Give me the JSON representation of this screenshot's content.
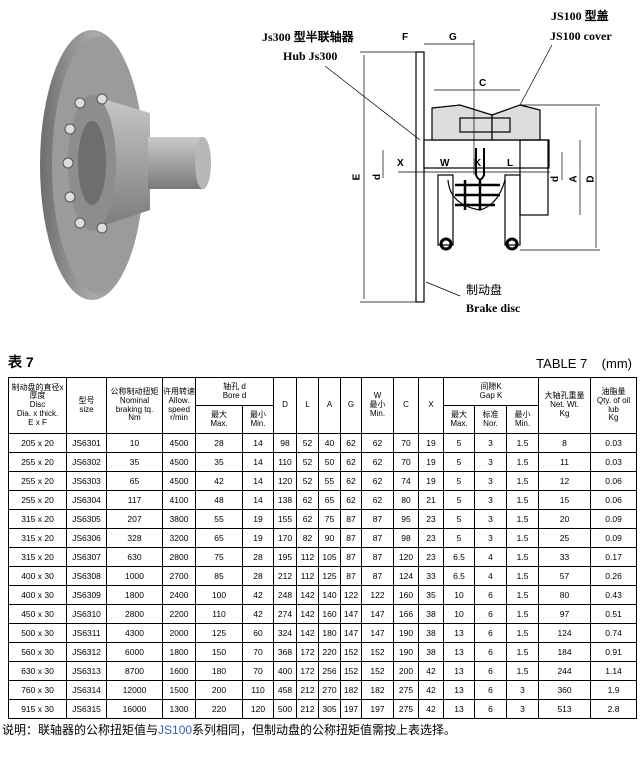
{
  "diagram": {
    "hub_cn": "Js300 型半联轴器",
    "hub_en": "Hub Js300",
    "cover_cn": "JS100 型盖",
    "cover_en": "JS100 cover",
    "disc_cn": "制动盘",
    "disc_en": "Brake disc",
    "dims": {
      "F": "F",
      "G": "G",
      "C": "C",
      "X": "X",
      "W": "W",
      "K": "K",
      "L": "L",
      "E": "E",
      "d1": "d",
      "d2": "d",
      "A": "A",
      "D": "D"
    }
  },
  "table": {
    "caption_cn": "表 7",
    "caption_en": "TABLE 7    (mm)",
    "headers": {
      "disc": "制动盘的直径x厚度\nDisc\nDia. x thick.\nE x F",
      "size": "型号\nsize",
      "torque": "公称制动扭矩\nNominal\nbraking tq.\nNm",
      "speed": "许用转速\nAllow.\nspeed\nr/min",
      "bore": "轴孔 d\nBore d",
      "bore_max": "最大\nMax.",
      "bore_min": "最小\nMin.",
      "D": "D",
      "L": "L",
      "A": "A",
      "G": "G",
      "W": "W\n最小\nMin.",
      "C": "C",
      "X": "X",
      "gap": "间隙K\nGap K",
      "gap_max": "最大\nMax.",
      "gap_nor": "标准\nNor.",
      "gap_min": "最小\nMin.",
      "weight": "大轴孔重量\nNet. Wt.\nKg",
      "oil": "油脂量\nQty. of oil\nlub\nKg"
    },
    "rows": [
      [
        "205 x 20",
        "JS6301",
        "10",
        "4500",
        "28",
        "14",
        "98",
        "52",
        "40",
        "62",
        "62",
        "70",
        "19",
        "5",
        "3",
        "1.5",
        "8",
        "0.03"
      ],
      [
        "255 x 20",
        "JS6302",
        "35",
        "4500",
        "35",
        "14",
        "110",
        "52",
        "50",
        "62",
        "62",
        "70",
        "19",
        "5",
        "3",
        "1.5",
        "11",
        "0.03"
      ],
      [
        "255 x 20",
        "JS6303",
        "65",
        "4500",
        "42",
        "14",
        "120",
        "52",
        "55",
        "62",
        "62",
        "74",
        "19",
        "5",
        "3",
        "1.5",
        "12",
        "0.06"
      ],
      [
        "255 x 20",
        "JS6304",
        "117",
        "4100",
        "48",
        "14",
        "138",
        "62",
        "65",
        "62",
        "62",
        "80",
        "21",
        "5",
        "3",
        "1.5",
        "15",
        "0.06"
      ],
      [
        "315 x 20",
        "JS6305",
        "207",
        "3800",
        "55",
        "19",
        "155",
        "62",
        "75",
        "87",
        "87",
        "95",
        "23",
        "5",
        "3",
        "1.5",
        "20",
        "0.09"
      ],
      [
        "315 x 20",
        "JS6306",
        "328",
        "3200",
        "65",
        "19",
        "170",
        "82",
        "90",
        "87",
        "87",
        "98",
        "23",
        "5",
        "3",
        "1.5",
        "25",
        "0.09"
      ],
      [
        "315 x 20",
        "JS6307",
        "630",
        "2800",
        "75",
        "28",
        "195",
        "112",
        "105",
        "87",
        "87",
        "120",
        "23",
        "6.5",
        "4",
        "1.5",
        "33",
        "0.17"
      ],
      [
        "400 x 30",
        "JS6308",
        "1000",
        "2700",
        "85",
        "28",
        "212",
        "112",
        "125",
        "87",
        "87",
        "124",
        "33",
        "6.5",
        "4",
        "1.5",
        "57",
        "0.26"
      ],
      [
        "400 x 30",
        "JS6309",
        "1800",
        "2400",
        "100",
        "42",
        "248",
        "142",
        "140",
        "122",
        "122",
        "160",
        "35",
        "10",
        "6",
        "1.5",
        "80",
        "0.43"
      ],
      [
        "450 x 30",
        "JS6310",
        "2800",
        "2200",
        "110",
        "42",
        "274",
        "142",
        "160",
        "147",
        "147",
        "166",
        "38",
        "10",
        "6",
        "1.5",
        "97",
        "0.51"
      ],
      [
        "500 x 30",
        "JS6311",
        "4300",
        "2000",
        "125",
        "60",
        "324",
        "142",
        "180",
        "147",
        "147",
        "190",
        "38",
        "13",
        "6",
        "1.5",
        "124",
        "0.74"
      ],
      [
        "560 x 30",
        "JS6312",
        "6000",
        "1800",
        "150",
        "70",
        "368",
        "172",
        "220",
        "152",
        "152",
        "190",
        "38",
        "13",
        "6",
        "1.5",
        "184",
        "0.91"
      ],
      [
        "630 x 30",
        "JS6313",
        "8700",
        "1600",
        "180",
        "70",
        "400",
        "172",
        "256",
        "152",
        "152",
        "200",
        "42",
        "13",
        "6",
        "1.5",
        "244",
        "1.14"
      ],
      [
        "760 x 30",
        "JS6314",
        "12000",
        "1500",
        "200",
        "110",
        "458",
        "212",
        "270",
        "182",
        "182",
        "275",
        "42",
        "13",
        "6",
        "3",
        "360",
        "1.9"
      ],
      [
        "915 x 30",
        "JS6315",
        "16000",
        "1300",
        "220",
        "120",
        "500",
        "212",
        "305",
        "197",
        "197",
        "275",
        "42",
        "13",
        "6",
        "3",
        "513",
        "2.8"
      ]
    ]
  },
  "note": {
    "prefix": "说明：联轴器的公称扭矩值与",
    "highlight": "JS100",
    "suffix": "系列相同，但制动盘的公称扭矩值需按上表选择。"
  }
}
